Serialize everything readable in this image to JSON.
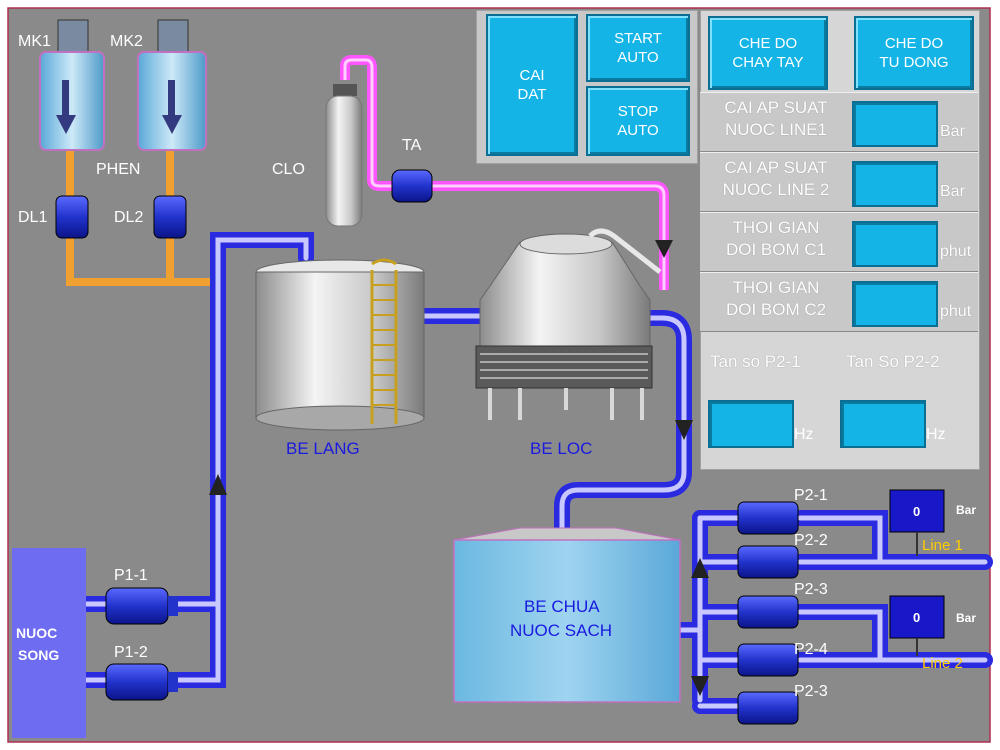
{
  "motors": {
    "mk1": "MK1",
    "mk2": "MK2"
  },
  "dosing": {
    "phen": "PHEN",
    "dl1": "DL1",
    "dl2": "DL2",
    "clo": "CLO",
    "ta": "TA"
  },
  "tanks": {
    "be_lang": "BE LANG",
    "be_loc": "BE LOC",
    "be_chua_1": "BE CHUA",
    "be_chua_2": "NUOC SACH"
  },
  "source": {
    "line1": "NUOC",
    "line2": "SONG"
  },
  "pumps_p1": [
    "P1-1",
    "P1-2"
  ],
  "pumps_p2": [
    "P2-1",
    "P2-2",
    "P2-3",
    "P2-4",
    "P2-3"
  ],
  "buttons": {
    "cai_dat": [
      "CAI",
      "DAT"
    ],
    "start_auto": [
      "START",
      "AUTO"
    ],
    "stop_auto": [
      "STOP",
      "AUTO"
    ],
    "che_do_chay_tay": [
      "CHE DO",
      "CHAY TAY"
    ],
    "che_do_tu_dong": [
      "CHE DO",
      "TU DONG"
    ]
  },
  "settings": [
    {
      "label1": "CAI AP SUAT",
      "label2": "NUOC LINE1",
      "unit": "Bar"
    },
    {
      "label1": "CAI AP SUAT",
      "label2": "NUOC LINE 2",
      "unit": "Bar"
    },
    {
      "label1": "THOI GIAN",
      "label2": "DOI BOM C1",
      "unit": "phut"
    },
    {
      "label1": "THOI GIAN",
      "label2": "DOI BOM C2",
      "unit": "phut"
    }
  ],
  "frequency": {
    "p21_label": "Tan so P2-1",
    "p22_label": "Tan So P2-2",
    "unit": "Hz"
  },
  "pressure_displays": [
    {
      "value": "0",
      "unit": "Bar",
      "line": "Line 1"
    },
    {
      "value": "0",
      "unit": "Bar",
      "line": "Line 2"
    }
  ],
  "colors": {
    "background": "#8a8a8a",
    "pipe_blue": "#3a3aff",
    "pipe_pink": "#ff55ff",
    "pipe_orange": "#f0a030",
    "button": "#14b4e6"
  }
}
